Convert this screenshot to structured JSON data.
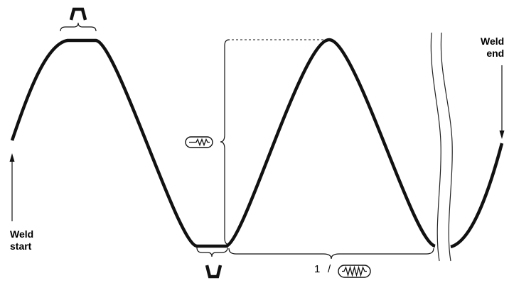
{
  "labels": {
    "weld_start_line1": "Weld",
    "weld_start_line2": "start",
    "weld_end_line1": "Weld",
    "weld_end_line2": "end",
    "frequency_prefix": "1",
    "frequency_slash": "/"
  },
  "icons": {
    "peak_dwell": "peak-dwell-icon",
    "valley_dwell": "valley-dwell-icon",
    "amplitude": "amplitude-icon",
    "frequency": "frequency-icon"
  },
  "colors": {
    "stroke": "#111111",
    "background": "#ffffff"
  }
}
